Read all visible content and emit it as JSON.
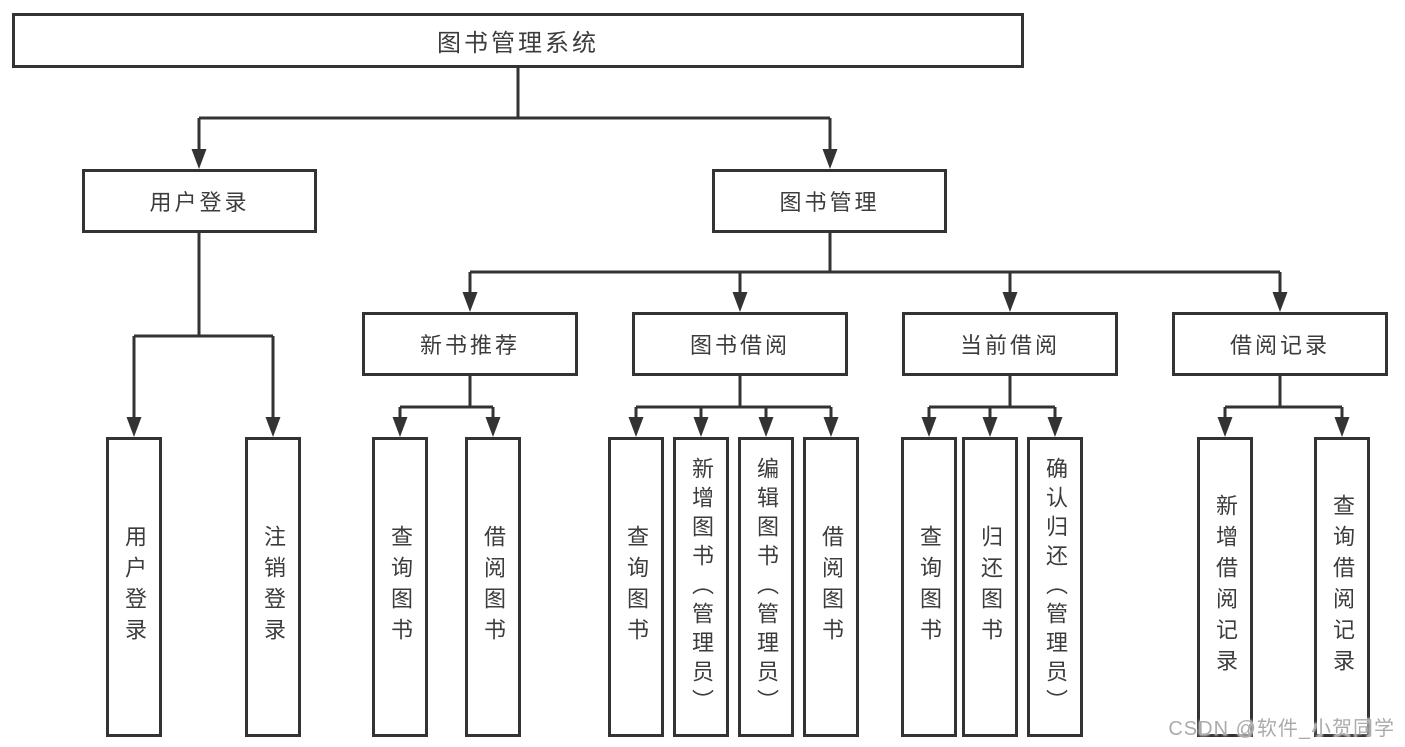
{
  "tree": {
    "label": "图书管理系统",
    "children": [
      {
        "label": "用户登录",
        "children": [
          {
            "label": "用户登录"
          },
          {
            "label": "注销登录"
          }
        ]
      },
      {
        "label": "图书管理",
        "children": [
          {
            "label": "新书推荐",
            "children": [
              {
                "label": "查询图书"
              },
              {
                "label": "借阅图书"
              }
            ]
          },
          {
            "label": "图书借阅",
            "children": [
              {
                "label": "查询图书"
              },
              {
                "label": "新增图书（管理员）"
              },
              {
                "label": "编辑图书（管理员）"
              },
              {
                "label": "借阅图书"
              }
            ]
          },
          {
            "label": "当前借阅",
            "children": [
              {
                "label": "查询图书"
              },
              {
                "label": "归还图书"
              },
              {
                "label": "确认归还（管理员）"
              }
            ]
          },
          {
            "label": "借阅记录",
            "children": [
              {
                "label": "新增借阅记录"
              },
              {
                "label": "查询借阅记录"
              }
            ]
          }
        ]
      }
    ]
  },
  "watermark": "CSDN @软件_小贺同学",
  "colors": {
    "line": "#333333",
    "text": "#3c3c3c",
    "watermark": "#ababab",
    "background": "#ffffff"
  }
}
